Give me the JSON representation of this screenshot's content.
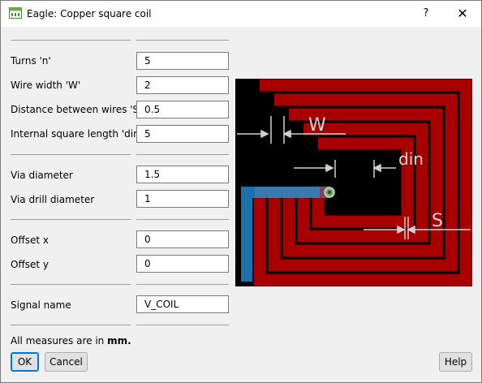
{
  "window": {
    "title": "Eagle: Copper square coil",
    "help_glyph": "?",
    "close_glyph": "✕",
    "icon": "eagle-app-icon"
  },
  "fields": {
    "turns": {
      "label": "Turns 'n'",
      "value": "5"
    },
    "wire_width": {
      "label": "Wire width 'W'",
      "value": "2"
    },
    "distance": {
      "label": "Distance between wires 'S'",
      "value": "0.5"
    },
    "internal": {
      "label": "Internal square length 'din'",
      "value": "5"
    },
    "via_diameter": {
      "label": "Via diameter",
      "value": "1.5"
    },
    "via_drill": {
      "label": "Via drill diameter",
      "value": "1"
    },
    "offset_x": {
      "label": "Offset x",
      "value": "0"
    },
    "offset_y": {
      "label": "Offset y",
      "value": "0"
    },
    "signal": {
      "label": "Signal name",
      "value": "V_COIL"
    }
  },
  "preview": {
    "labels": {
      "w": "W",
      "din": "din",
      "s": "S"
    },
    "colors": {
      "background": "#000000",
      "copper": "#a80000",
      "bottom_trace": "#1f77b4",
      "dimension": "#d0d0d0"
    }
  },
  "note": {
    "prefix": "All measures are in ",
    "unit": "mm."
  },
  "buttons": {
    "ok": "OK",
    "cancel": "Cancel",
    "help": "Help"
  }
}
